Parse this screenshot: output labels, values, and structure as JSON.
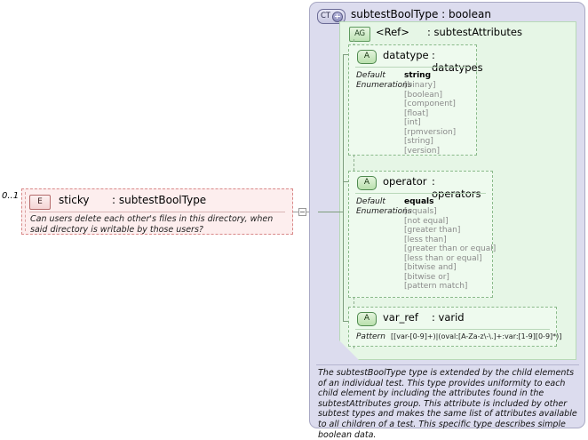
{
  "diagram": {
    "kind": "xsd-schema-diagram",
    "colors": {
      "element_fill": "#fdeeee",
      "element_border": "#d98a8a",
      "complextype_fill": "#dcdcee",
      "complextype_border": "#a9a9c4",
      "attributegroup_fill": "#e6f6e6",
      "attribute_fill": "#eefaee",
      "attribute_border": "#8aba8a",
      "enum_text": "#8a8a8a",
      "connector_line": "#9a9a9a"
    }
  },
  "element": {
    "badge": "E",
    "badge_icon_name": "element-badge-icon",
    "name": "sticky",
    "type": ": subtestBoolType",
    "cardinality": "0..1",
    "documentation": "Can users delete each other's files in this directory, when said directory is writable by those users?"
  },
  "complex_type": {
    "badge": "CT",
    "badge_icon_name": "complextype-badge-icon",
    "expander_icon_name": "plus-circle-icon",
    "title": "subtestBoolType : boolean",
    "documentation": "The subtestBoolType type is extended by the child elements of an individual test.  This type provides uniformity to each child element by including the attributes found in the subtestAttributes group.  This attribute is included by other subtest types and makes the same list of attributes available to all children of a test.  This specific type describes simple boolean data."
  },
  "attribute_group": {
    "badge": "AG",
    "badge_icon_name": "attributegroup-badge-icon",
    "ref": "<Ref>",
    "type": ": subtestAttributes"
  },
  "attributes": [
    {
      "badge": "A",
      "badge_icon_name": "attribute-badge-icon",
      "name": "datatype",
      "type": ": datatypes",
      "facet_label_line1": "Default",
      "facet_label_line2": "Enumerations",
      "default": "string",
      "enumerations": [
        "[binary]",
        "[boolean]",
        "[component]",
        "[float]",
        "[int]",
        "[rpmversion]",
        "[string]",
        "[version]"
      ]
    },
    {
      "badge": "A",
      "badge_icon_name": "attribute-badge-icon",
      "name": "operator",
      "type": ": operators",
      "facet_label_line1": "Default",
      "facet_label_line2": "Enumerations",
      "default": "equals",
      "enumerations": [
        "[equals]",
        "[not equal]",
        "[greater than]",
        "[less than]",
        "[greater than or equal]",
        "[less than or equal]",
        "[bitwise and]",
        "[bitwise or]",
        "[pattern match]"
      ]
    },
    {
      "badge": "A",
      "badge_icon_name": "attribute-badge-icon",
      "name": "var_ref",
      "type": ": varid",
      "facet_label_line1": "Pattern",
      "pattern": "[[var-[0-9]+)|(oval:[A-Za-z\\-\\.]+:var:[1-9][0-9]*)]"
    }
  ]
}
